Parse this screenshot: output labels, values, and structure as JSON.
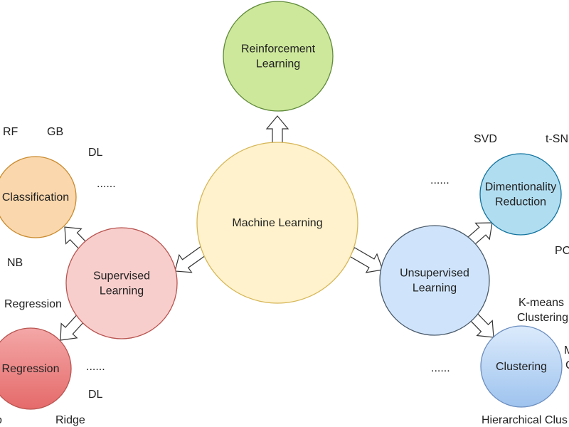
{
  "nodes": {
    "machine_learning": {
      "lines": [
        "Machine Learning"
      ],
      "fill": "#fff2cc",
      "stroke": "#d6b656"
    },
    "reinforcement": {
      "lines": [
        "Reinforcement",
        "Learning"
      ],
      "fill": "#cde89a",
      "stroke": "#5f8a3a"
    },
    "supervised": {
      "lines": [
        "Supervised",
        "Learning"
      ],
      "fill": "#f8cecc",
      "stroke": "#b85450"
    },
    "unsupervised": {
      "lines": [
        "Unsupervised",
        "Learning"
      ],
      "fill": "#cfe4fb",
      "stroke": "#4a5a6a"
    },
    "classification": {
      "lines": [
        "Classification"
      ],
      "fill": "#fad7ac",
      "stroke": "#c98a2e"
    },
    "regression": {
      "lines": [
        "Regression"
      ],
      "fill": "#eb7d7d",
      "stroke": "#b85450"
    },
    "dim_reduction": {
      "lines": [
        "Dimentionality",
        "Reduction"
      ],
      "fill": "#b1ddf0",
      "stroke": "#10739e"
    },
    "clustering": {
      "lines": [
        "Clustering"
      ],
      "fill": "#b7d3f5",
      "stroke": "#6c8ebf"
    }
  },
  "labels": {
    "rf": "RF",
    "gb": "GB",
    "dl_class": "DL",
    "dots_class": "......",
    "nb": "NB",
    "regression_algo": "Regression",
    "dots_reg": "......",
    "dl_reg": "DL",
    "ridge": "Ridge",
    "svd": "SVD",
    "tsne": "t-SN",
    "dots_dim": "......",
    "pca": "PC",
    "kmeans_1": "K-means",
    "kmeans_2": "Clustering",
    "m_1": "M",
    "m_2": "C",
    "dots_clust": "......",
    "hierarchical": "Hierarchical Clus",
    "cut_o": "o"
  }
}
